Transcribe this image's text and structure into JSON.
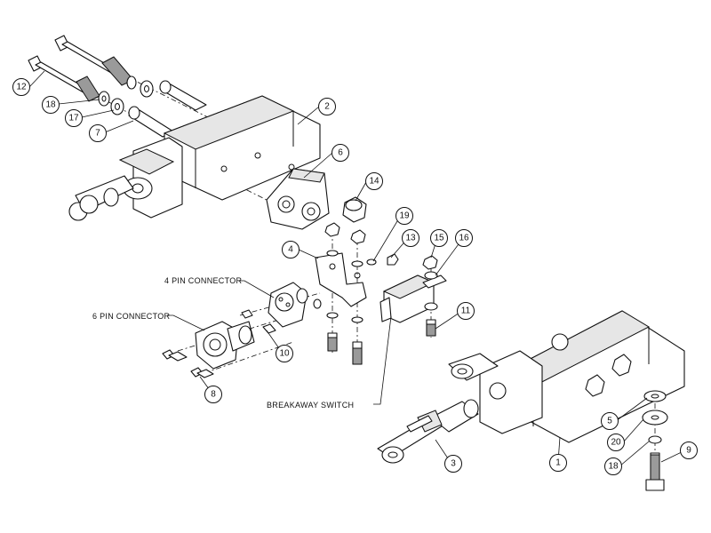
{
  "balloons": {
    "b12": "12",
    "b18a": "18",
    "b17": "17",
    "b7": "7",
    "b2": "2",
    "b6": "6",
    "b14": "14",
    "b19": "19",
    "b13": "13",
    "b15": "15",
    "b16": "16",
    "b4": "4",
    "b11": "11",
    "b10": "10",
    "b8": "8",
    "b3": "3",
    "b1": "1",
    "b5": "5",
    "b20": "20",
    "b18b": "18",
    "b9": "9"
  },
  "labels": {
    "four_pin": "4 PIN CONNECTOR",
    "six_pin": "6 PIN CONNECTOR",
    "breakaway": "BREAKAWAY SWITCH"
  },
  "colors": {
    "line": "#111111",
    "background": "#ffffff"
  }
}
